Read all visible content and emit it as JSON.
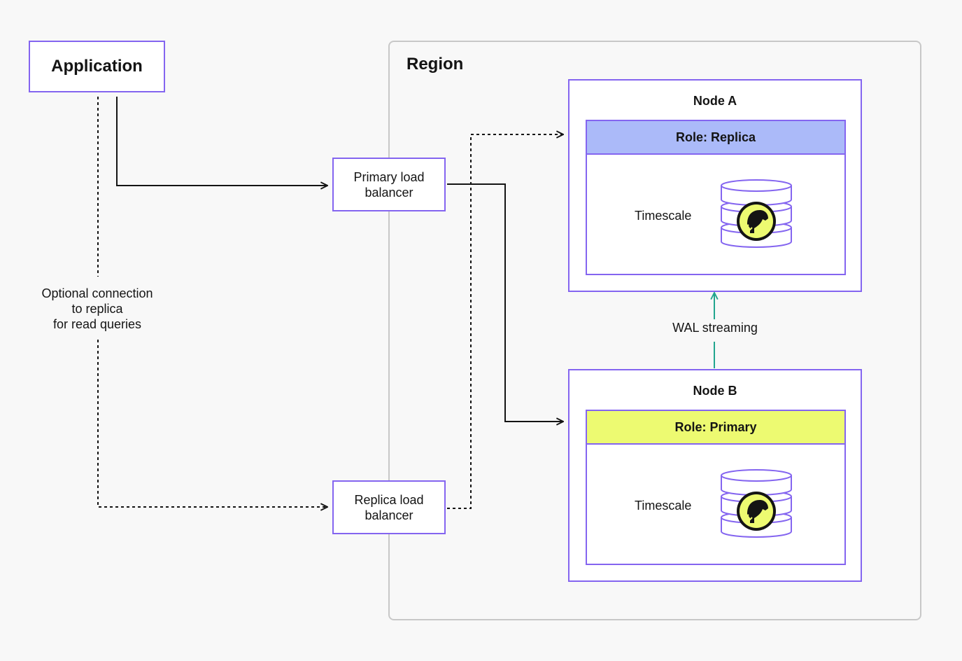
{
  "application": {
    "label": "Application"
  },
  "region": {
    "title": "Region"
  },
  "load_balancers": {
    "primary": {
      "label_line1": "Primary load",
      "label_line2": "balancer"
    },
    "replica": {
      "label_line1": "Replica load",
      "label_line2": "balancer"
    }
  },
  "nodes": {
    "a": {
      "title": "Node A",
      "role": "Role: Replica",
      "service": "Timescale"
    },
    "b": {
      "title": "Node B",
      "role": "Role: Primary",
      "service": "Timescale"
    }
  },
  "labels": {
    "optional_line1": "Optional connection",
    "optional_line2": "to replica",
    "optional_line3": "for read queries",
    "wal": "WAL streaming"
  },
  "colors": {
    "border": "#8465f0",
    "replica_role": "#abbaf9",
    "primary_role": "#edfa71",
    "wal_arrow": "#22a68e",
    "logo_yellow": "#edfa71"
  },
  "icons": {
    "database": "database-icon",
    "logo": "timescale-logo-icon"
  }
}
